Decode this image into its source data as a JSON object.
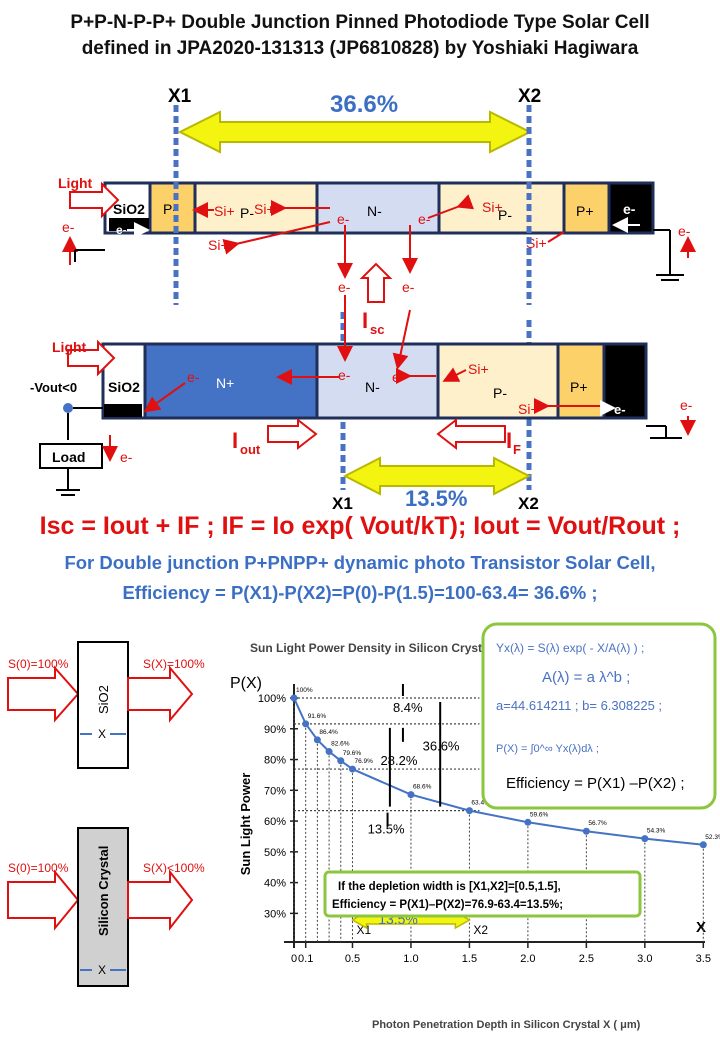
{
  "header": {
    "title_line1": "P+P-N-P-P+ Double Junction Pinned Photodiode Type Solar Cell",
    "title_line2": "defined in JPA2020-131313 (JP6810828) by Yoshiaki Hagiwara"
  },
  "top_diagram": {
    "x1": "X1",
    "x2": "X2",
    "pct": "36.6%",
    "light": "Light",
    "sio2": "SiO2",
    "p": "P-",
    "n": "N-",
    "pplus": "P+",
    "eminus": "e-",
    "si": "Si+",
    "isc": "I",
    "isc_sub": "sc"
  },
  "bottom_diagram": {
    "light": "Light",
    "sio2": "SiO2",
    "nplus": "N+",
    "n": "N-",
    "p": "P-",
    "pplus": "P+",
    "vout": "-Vout<0",
    "load": "Load",
    "eminus": "e-",
    "si": "Si+",
    "iout": "I",
    "iout_sub": "out",
    "if": "I",
    "if_sub": "F",
    "x1": "X1",
    "x2": "X2",
    "pct": "13.5%"
  },
  "equation": "Isc = Iout + IF ; IF = Io exp( Vout/kT); Iout = Vout/Rout ;",
  "efficiency_line1": "For Double junction P+PNPP+ dynamic photo Transistor Solar Cell,",
  "efficiency_line2": "Efficiency = P(X1)-P(X2)=P(0)-P(1.5)=100-63.4= 36.6% ;",
  "left_panels": {
    "s0_top": "S(0)=100%",
    "sx_top": "S(X)=100%",
    "sio2": "SiO2",
    "x": "X",
    "s0_bot": "S(0)=100%",
    "sx_bot": "S(X)<100%",
    "silicon": "Silicon Crystal"
  },
  "chart_data": {
    "type": "line",
    "title": "Sun Light Power Density in Silicon Crystal",
    "ylabel": "Sun Light Power",
    "ylabel_top": "P(X)",
    "xlabel": "Photon Penetration Depth in Silicon Crystal X ( μm)",
    "x_axis_letter": "X",
    "xlim": [
      0,
      3.6
    ],
    "ylim": [
      22,
      100
    ],
    "x_ticks": [
      "0",
      "0.1",
      "0.5",
      "1.0",
      "1.5",
      "2.0",
      "2.5",
      "3.0",
      "3.5"
    ],
    "y_ticks": [
      "100%",
      "90%",
      "80%",
      "70%",
      "60%",
      "50%",
      "40%",
      "30%"
    ],
    "points": [
      {
        "x": 0,
        "y": 100,
        "label": "100%"
      },
      {
        "x": 0.1,
        "y": 91.6,
        "label": "91.6%"
      },
      {
        "x": 0.2,
        "y": 86.4,
        "label": "86.4%"
      },
      {
        "x": 0.3,
        "y": 82.6,
        "label": "82.6%"
      },
      {
        "x": 0.4,
        "y": 79.6,
        "label": "79.6%"
      },
      {
        "x": 0.5,
        "y": 76.9,
        "label": "76.9%"
      },
      {
        "x": 1.0,
        "y": 68.6,
        "label": "68.6%"
      },
      {
        "x": 1.5,
        "y": 63.4,
        "label": "63.4%"
      },
      {
        "x": 2.0,
        "y": 59.6,
        "label": "59.6%"
      },
      {
        "x": 2.5,
        "y": 56.7,
        "label": "56.7%"
      },
      {
        "x": 3.0,
        "y": 54.3,
        "label": "54.3%"
      },
      {
        "x": 3.5,
        "y": 52.3,
        "label": "52.3%"
      }
    ],
    "annotations": {
      "a84": "8.4%",
      "a282": "28.2%",
      "a366": "36.6%",
      "a135": "13.5%",
      "x1": "X1",
      "x2": "X2",
      "band": "13.5%"
    },
    "formula": {
      "yx": "Yx(λ) = S(λ) exp( - X/A(λ) ) ;",
      "a": "A(λ) = a λ^b ;",
      "ab": "a=44.614211 ; b= 6.308225 ;",
      "px": "P(X) = ∫0^∞ Yx(λ)dλ ;",
      "eff": "Efficiency = P(X1) –P(X2) ;"
    },
    "note_line1": "If the depletion width is [X1,X2]=[0.5,1.5],",
    "note_line2": "Efficiency = P(X1)–P(X2)=76.9-63.4=13.5%;"
  }
}
